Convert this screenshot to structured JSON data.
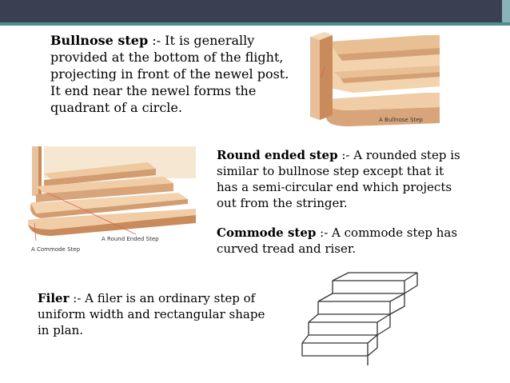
{
  "slide": {
    "colors": {
      "top_bar": "#3b3f52",
      "accent": "#4a8d94",
      "wood_light": "#f0cda6",
      "wood_mid": "#e2b085",
      "wood_dark": "#c98b5c",
      "annotation_line": "#e06050"
    }
  },
  "bullnose": {
    "term": "Bullnose step",
    "definition": ":- It is generally provided at the bottom of the flight, projecting in front of the newel post. It end near the newel forms the quadrant of a circle.",
    "image_caption": "A Bullnose Step"
  },
  "round_ended": {
    "term": "Round ended step",
    "definition": ":- A rounded step is similar to bullnose step except that it has a semi-circular end which projects out from the stringer.",
    "image_caption": "A Round Ended Step"
  },
  "commode": {
    "term": "Commode step",
    "definition": ":- A commode step has curved tread and riser.",
    "image_caption": "A Commode Step"
  },
  "filer": {
    "term": "Filer",
    "definition": ":- A filer is an ordinary step of uniform width and rectangular shape in plan."
  }
}
